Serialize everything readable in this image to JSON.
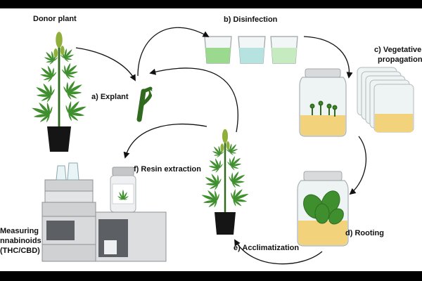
{
  "labels": {
    "donor": "Donor plant",
    "explant": "a) Explant",
    "disinfection": "b) Disinfection",
    "vegetative_line1": "c) Vegetative",
    "vegetative_line2": "propagation",
    "rooting": "d) Rooting",
    "acclimatization": "e) Acclimatization",
    "resin": "f) Resin extraction",
    "measuring_line1": "Measuring",
    "measuring_line2": "nnabinoids",
    "measuring_line3": "(THC/CBD)"
  },
  "colors": {
    "leaf": "#3f8f2e",
    "leaf_dark": "#2e6e22",
    "stem": "#2f6a1f",
    "pot": "#151515",
    "medium": "#f2d27a",
    "jar_glass": "#eef3f4",
    "jar_lid": "#d9dadb",
    "liquid_green": "#9bd98f",
    "liquid_teal": "#b6e3df",
    "liquid_mint": "#c6ebc0",
    "arrow": "#111111",
    "hplc_body": "#cfd1d3",
    "hplc_dark": "#5c5f63"
  },
  "icons": [
    "cannabis-leaf-icon",
    "arrow-icon"
  ]
}
